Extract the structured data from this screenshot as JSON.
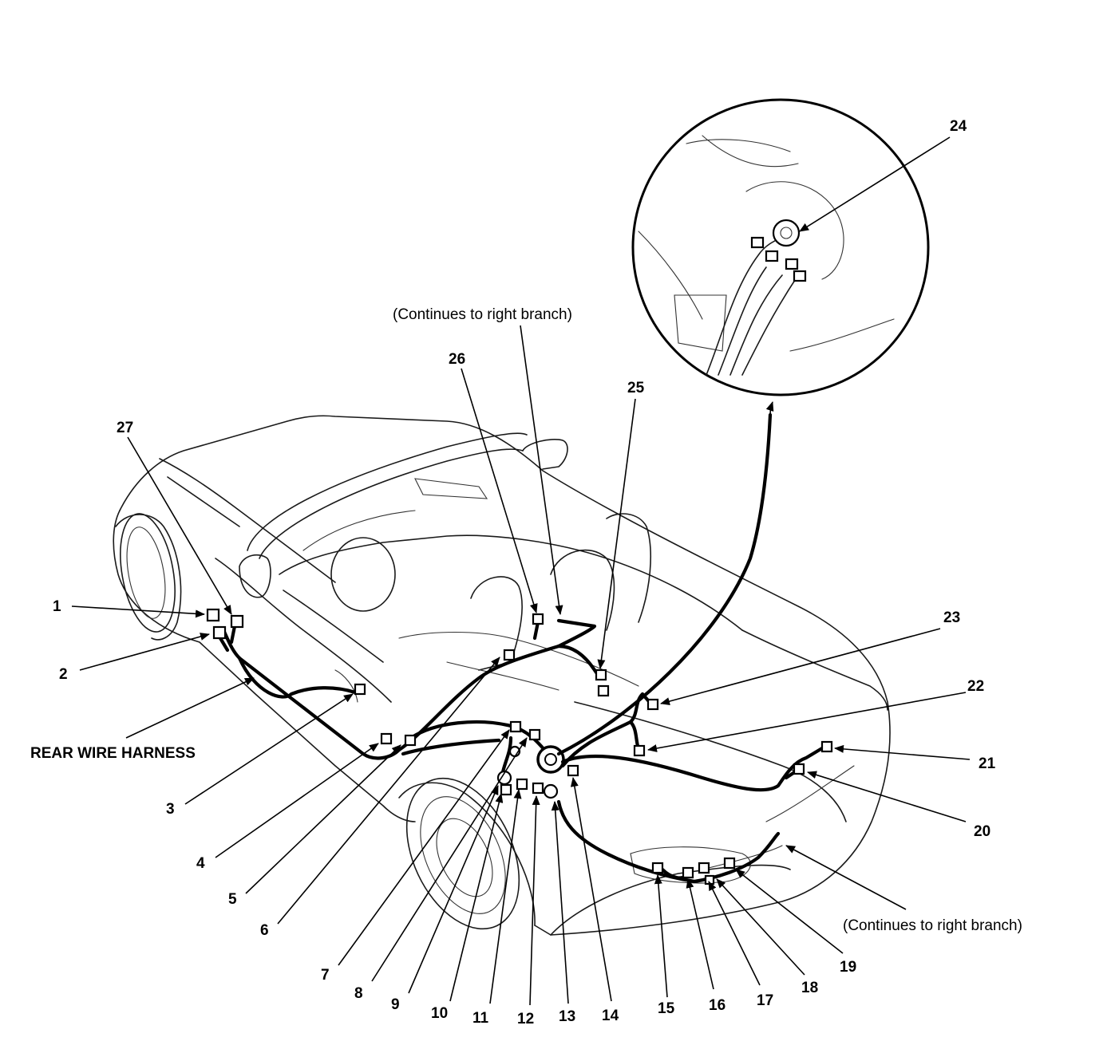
{
  "harness_label": "REAR WIRE HARNESS",
  "notes": {
    "continues_top": "(Continues to right branch)",
    "continues_bottom": "(Continues to right branch)"
  },
  "callouts": [
    "1",
    "2",
    "3",
    "4",
    "5",
    "6",
    "7",
    "8",
    "9",
    "10",
    "11",
    "12",
    "13",
    "14",
    "15",
    "16",
    "17",
    "18",
    "19",
    "20",
    "21",
    "22",
    "23",
    "24",
    "25",
    "26",
    "27"
  ]
}
